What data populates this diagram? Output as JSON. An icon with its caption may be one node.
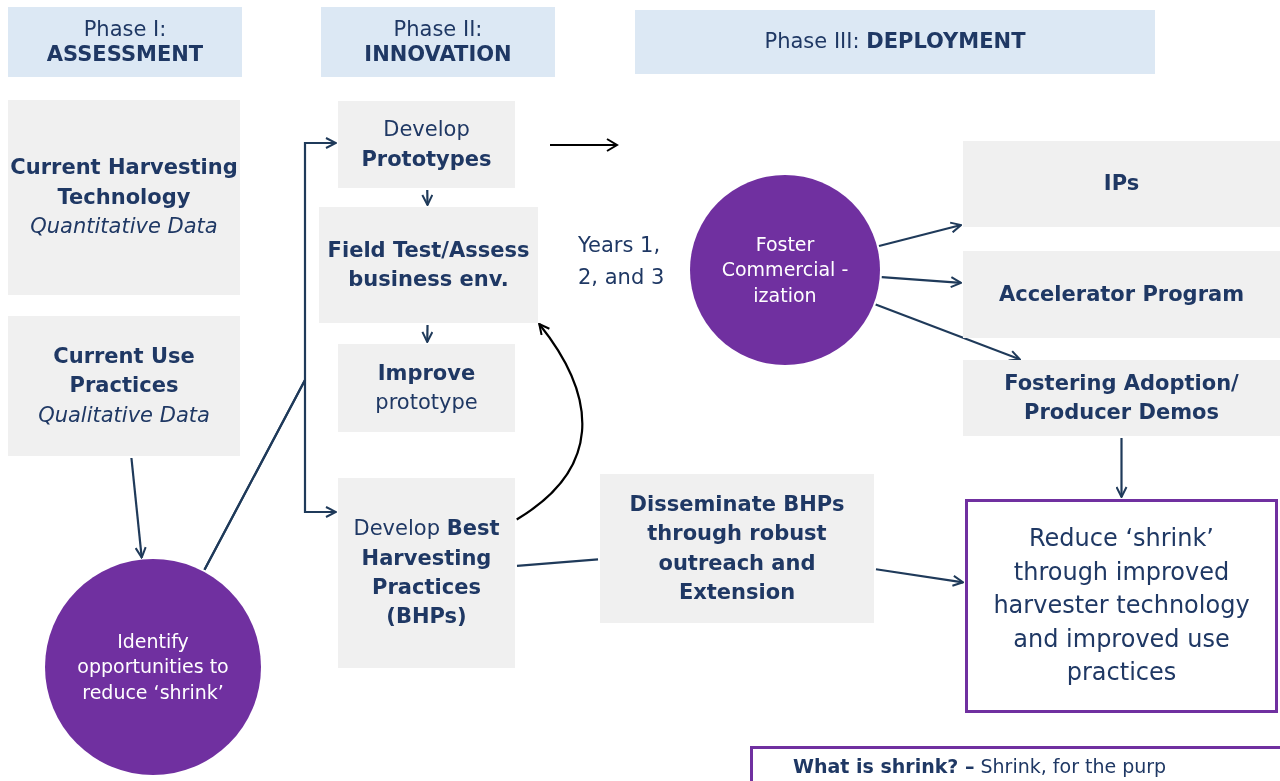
{
  "diagram": {
    "nodes": [
      {
        "text": [
          "Phase I: **ASSESSMENT**"
        ]
      },
      {
        "text": [
          "Phase II: **INNOVATION**"
        ]
      },
      {
        "text": [
          "Phase III: **DEPLOYMENT**"
        ]
      },
      {
        "text": [
          "Current Harvesting Technology",
          "Quantitative Data"
        ]
      },
      {
        "text": [
          "Current Use Practices",
          "Qualitative Data"
        ]
      },
      {
        "text": [
          "Identify opportunities to reduce ‘shrink’"
        ]
      },
      {
        "text": [
          "Develop **Prototypes**"
        ]
      },
      {
        "text": [
          "Field Test/Assess business env."
        ]
      },
      {
        "text": [
          "**Improve** prototype"
        ]
      },
      {
        "text": [
          "Develop **Best Harvesting Practices (BHPs)**"
        ]
      },
      {
        "text": [
          "Disseminate BHPs through robust outreach and Extension"
        ]
      },
      {
        "text": [
          "Foster Commercial - ization"
        ]
      },
      {
        "text": [
          "IPs"
        ]
      },
      {
        "text": [
          "Accelerator Program"
        ]
      },
      {
        "text": [
          "Fostering Adoption/ Producer Demos"
        ]
      },
      {
        "text": [
          "Reduce ‘shrink’ through improved harvester technology and improved use practices"
        ]
      },
      {
        "text": [
          "**What is shrink? –** Shrink, for the purp"
        ]
      }
    ],
    "edges": [
      {
        "from": 4,
        "to": 5,
        "arrow": "to"
      },
      {
        "from": 5,
        "to": 6,
        "arrow": "to"
      },
      {
        "from": 5,
        "to": 9,
        "arrow": "to"
      },
      {
        "from": 6,
        "to": 7,
        "arrow": "to"
      },
      {
        "from": 7,
        "to": 8,
        "arrow": "to"
      },
      {
        "from": 9,
        "to": 7,
        "arrow": "to",
        "color": "#000000"
      },
      {
        "from": 9,
        "to": 10,
        "arrow": "none"
      },
      {
        "from": 10,
        "to": 15,
        "arrow": "to"
      },
      {
        "from": 11,
        "to": 12,
        "arrow": "to"
      },
      {
        "from": 11,
        "to": 13,
        "arrow": "to"
      },
      {
        "from": 11,
        "to": 14,
        "arrow": "to"
      },
      {
        "from": 14,
        "to": 15,
        "arrow": "to"
      }
    ],
    "labels": [
      "Years 1, 2, and 3"
    ]
  }
}
